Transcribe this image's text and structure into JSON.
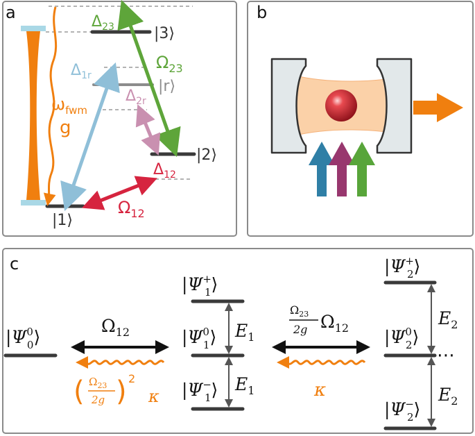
{
  "panels": {
    "a": {
      "label": "a",
      "levels": {
        "level3": "|3⟩",
        "levelr": "|r⟩",
        "level2": "|2⟩",
        "level1": "|1⟩"
      },
      "detunings": {
        "d23": "Δ",
        "d23_sub": "23",
        "d1r": "Δ",
        "d1r_sub": "1r",
        "d2r": "Δ",
        "d2r_sub": "2r",
        "d12": "Δ",
        "d12_sub": "12"
      },
      "couplings": {
        "omega23": "Ω",
        "omega23_sub": "23",
        "omega12": "Ω",
        "omega12_sub": "12",
        "omega_fwm": "ω",
        "omega_fwm_sub": "fwm",
        "g": "g"
      }
    },
    "b": {
      "label": "b"
    },
    "c": {
      "label": "c",
      "states": {
        "psi00": "Ψ",
        "psi00_sup": "0",
        "psi00_sub": "0",
        "psi1p": "Ψ",
        "psi1p_sup": "+",
        "psi1p_sub": "1",
        "psi10": "Ψ",
        "psi10_sup": "0",
        "psi10_sub": "1",
        "psi1m": "Ψ",
        "psi1m_sup": "−",
        "psi1m_sub": "1",
        "psi2p": "Ψ",
        "psi2p_sup": "+",
        "psi2p_sub": "2",
        "psi20": "Ψ",
        "psi20_sup": "0",
        "psi20_sub": "2",
        "psi2m": "Ψ",
        "psi2m_sup": "−",
        "psi2m_sub": "2"
      },
      "energies": {
        "e1_upper": "E",
        "e1_upper_sub": "1",
        "e1_lower": "E",
        "e1_lower_sub": "1",
        "e2_upper": "E",
        "e2_upper_sub": "2",
        "e2_lower": "E",
        "e2_lower_sub": "2"
      },
      "couplings": {
        "omega12": "Ω",
        "omega12_sub": "12",
        "frac_num": "Ω",
        "frac_num_sub": "23",
        "frac_den": "2g",
        "omega12_right": "Ω",
        "omega12_right_sub": "12",
        "loss_left_num": "Ω",
        "loss_left_num_sub": "23",
        "loss_left_den": "2g",
        "loss_left_exp": "2",
        "kappa_left": "κ",
        "kappa_right": "κ",
        "ellipsis": "⋯"
      }
    }
  },
  "colors": {
    "orange": "#f07f0f",
    "green": "#5ea53a",
    "blue": "#8fbfd8",
    "pink": "#c990b0",
    "red": "#d6243f",
    "dark": "#333333",
    "grey": "#8c8c8c",
    "mirror": "#e2e8ea",
    "cavity_mode": "#fbd1a8",
    "laser_blue": "#2f7fa6",
    "laser_purple": "#98376e",
    "laser_green": "#58a53a",
    "atom": "#c81f2b"
  }
}
